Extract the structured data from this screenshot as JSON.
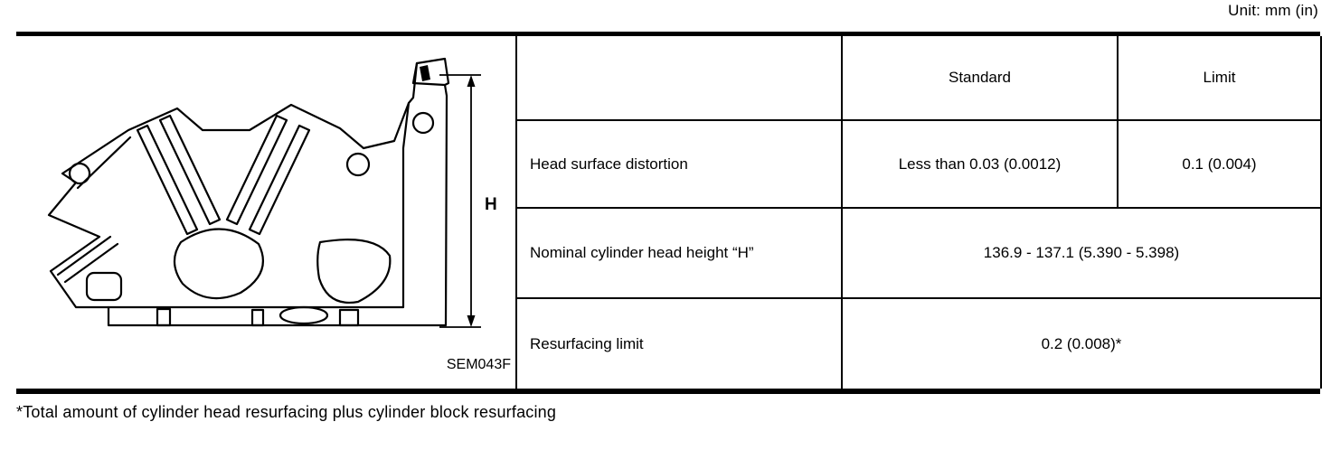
{
  "unit_label": "Unit: mm (in)",
  "colors": {
    "ink": "#000000",
    "paper": "#ffffff"
  },
  "figure": {
    "description": "cylinder-head-cross-section-drawing",
    "dimension_label": "H",
    "caption": "SEM043F"
  },
  "table": {
    "headers": [
      "",
      "Standard",
      "Limit"
    ],
    "rows": [
      {
        "label": "Head surface distortion",
        "standard": "Less than 0.03 (0.0012)",
        "limit": "0.1 (0.004)",
        "span": false
      },
      {
        "label": "Nominal cylinder head height “H”",
        "standard": "136.9 - 137.1 (5.390 - 5.398)",
        "limit": "",
        "span": true
      },
      {
        "label": "Resurfacing limit",
        "standard": "0.2 (0.008)*",
        "limit": "",
        "span": true
      }
    ]
  },
  "footnote": "*Total amount of cylinder head resurfacing plus cylinder block resurfacing"
}
